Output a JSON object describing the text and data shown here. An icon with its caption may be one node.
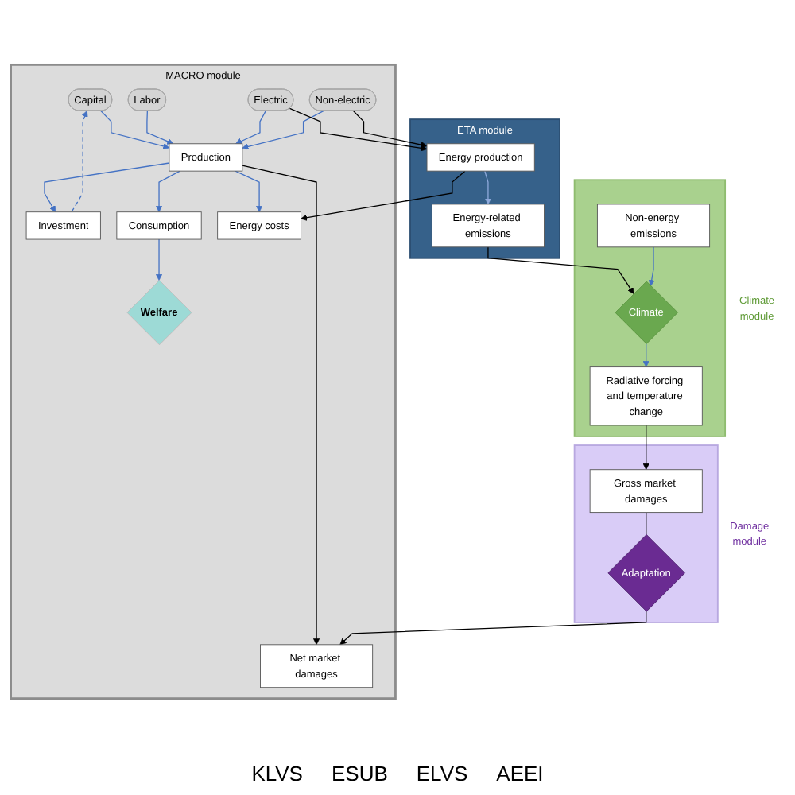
{
  "diagram": {
    "nodes": [
      {
        "text": [
          "MACRO module"
        ]
      },
      {
        "text": [
          "Capital"
        ],
        "in": 0
      },
      {
        "text": [
          "Labor"
        ],
        "in": 0
      },
      {
        "text": [
          "Electric"
        ],
        "in": 0
      },
      {
        "text": [
          "Non-electric"
        ],
        "in": 0
      },
      {
        "text": [
          "Production"
        ],
        "in": 0
      },
      {
        "text": [
          "Investment"
        ],
        "in": 0
      },
      {
        "text": [
          "Consumption"
        ],
        "in": 0
      },
      {
        "text": [
          "Welfare"
        ],
        "in": 0
      },
      {
        "text": [
          "Energy costs"
        ],
        "in": 0
      },
      {
        "text": [
          "Net market damages"
        ],
        "in": 0
      },
      {
        "text": [
          "ETA module"
        ]
      },
      {
        "text": [
          "Energy production"
        ],
        "in": 11
      },
      {
        "text": [
          "Energy-related emissions"
        ],
        "in": 11
      },
      {
        "text": [
          "Damage module"
        ]
      },
      {
        "text": [
          "Adaptation"
        ],
        "in": 14
      },
      {
        "text": [
          "Gross market damages"
        ],
        "in": 14
      },
      {
        "text": [
          "Climate module"
        ]
      },
      {
        "text": [
          "Climate"
        ],
        "in": 17
      },
      {
        "text": [
          "Radiative forcing and temperature change"
        ],
        "in": 17
      },
      {
        "text": [
          "Non-energy emissions"
        ],
        "in": 17
      }
    ],
    "edges": [
      {
        "from": 1,
        "to": 5,
        "arrow": "to"
      },
      {
        "from": 2,
        "to": 5,
        "arrow": "to"
      },
      {
        "from": 3,
        "to": 5,
        "arrow": "to"
      },
      {
        "from": 4,
        "to": 5,
        "arrow": "to"
      },
      {
        "from": 3,
        "to": 12,
        "arrow": "to",
        "color": "#000000"
      },
      {
        "from": 4,
        "to": 12,
        "arrow": "to",
        "color": "#000000"
      },
      {
        "from": 5,
        "to": 6,
        "arrow": "to"
      },
      {
        "from": 5,
        "to": 7,
        "arrow": "to"
      },
      {
        "from": 5,
        "to": 9,
        "arrow": "to"
      },
      {
        "from": 5,
        "to": 10,
        "arrow": "to",
        "color": "#000000"
      },
      {
        "from": 6,
        "to": 1,
        "arrow": "to",
        "style": "dashed"
      },
      {
        "from": 7,
        "to": 8,
        "arrow": "to"
      },
      {
        "from": 12,
        "to": 9,
        "arrow": "to",
        "color": "#000000"
      },
      {
        "from": 12,
        "to": 13,
        "arrow": "to",
        "color": "#8faadc"
      },
      {
        "from": 13,
        "to": 18,
        "arrow": "to",
        "color": "#000000"
      },
      {
        "from": 20,
        "to": 18,
        "arrow": "to"
      },
      {
        "from": 18,
        "to": 19,
        "arrow": "to"
      },
      {
        "from": 19,
        "to": 16,
        "arrow": "to",
        "color": "#000000"
      },
      {
        "from": 16,
        "to": 15,
        "arrow": "none",
        "color": "#000000"
      },
      {
        "from": 15,
        "to": 10,
        "arrow": "to",
        "color": "#000000"
      }
    ],
    "labels": [
      "KLVS",
      "ESUB",
      "ELVS",
      "AEEI"
    ]
  }
}
